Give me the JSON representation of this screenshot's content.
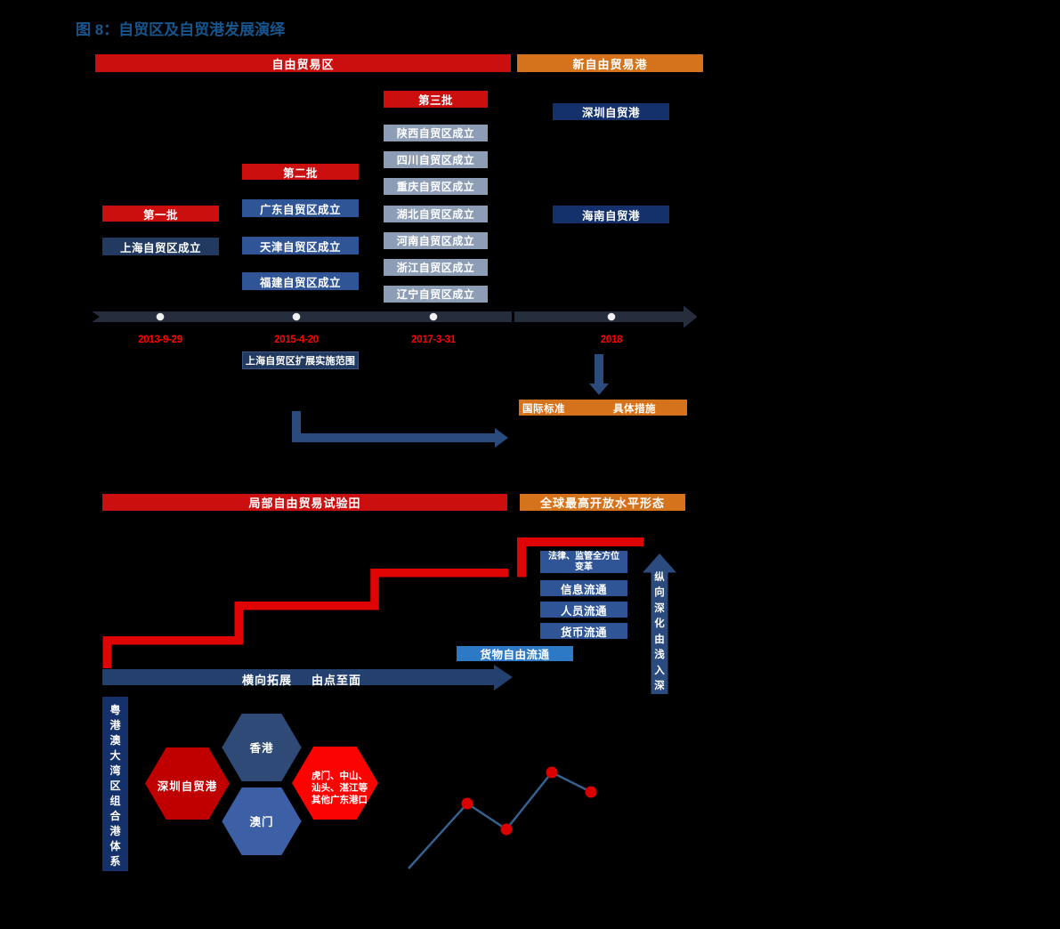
{
  "title": "图 8：自贸区及自贸港发展演绎",
  "colors": {
    "bg": "#000000",
    "title": "#17558D",
    "red": "#CB0E0E",
    "stairRed": "#E00505",
    "orange": "#D4731B",
    "navy": "#14316B",
    "navyMuted": "#223A60",
    "blue": "#2F5597",
    "lightBlue": "#8D9DB6",
    "goodsBlue": "#2E79C5",
    "timelineBar": "#262E3D",
    "dotWhite": "#F0F0F0",
    "dateRed": "#FF0000",
    "arrowNavy": "#2B4A7D",
    "hArrowNavy": "#24406E",
    "hexDarkRed": "#C00000",
    "hexBrightRed": "#FB0300",
    "hexDarkBlue": "#2F4A77",
    "hexMidBlue": "#3C5FA6",
    "chartLine": "#36618F",
    "chartDot": "#DB0000"
  },
  "top": {
    "banner_ftz": "自由贸易区",
    "banner_port": "新自由贸易港",
    "batch1": {
      "label": "第一批",
      "items": [
        "上海自贸区成立"
      ]
    },
    "batch2": {
      "label": "第二批",
      "items": [
        "广东自贸区成立",
        "天津自贸区成立",
        "福建自贸区成立"
      ]
    },
    "batch3": {
      "label": "第三批",
      "items": [
        "陕西自贸区成立",
        "四川自贸区成立",
        "重庆自贸区成立",
        "湖北自贸区成立",
        "河南自贸区成立",
        "浙江自贸区成立",
        "辽宁自贸区成立"
      ]
    },
    "ports": [
      "深圳自贸港",
      "海南自贸港"
    ],
    "timeline_dates": [
      "2013-9-29",
      "2015-4-20",
      "2017-3-31",
      "2018"
    ],
    "expand_note": "上海自贸区扩展实施范围",
    "standard_box": {
      "left": "国际标准",
      "right": "具体措施"
    }
  },
  "bottom": {
    "banner_left": "局部自由贸易试验田",
    "banner_right": "全球最高开放水平形态",
    "flow_box_top_lines": [
      "法律、监管全方位",
      "变革"
    ],
    "flow_boxes": [
      "信息流通",
      "人员流通",
      "货币流通"
    ],
    "goods_box": "货物自由流通",
    "h_arrow_labels": [
      "横向拓展",
      "由点至面"
    ],
    "v_arrow_text": "纵向深化由浅入深",
    "sidebar_text": "粤港澳大湾区组合港体系",
    "hex_left": "深圳自贸港",
    "hex_top": "香港",
    "hex_bottom": "澳门",
    "hex_right_lines": [
      "虎门、中山、",
      "汕头、湛江等",
      "其他广东港口"
    ]
  }
}
